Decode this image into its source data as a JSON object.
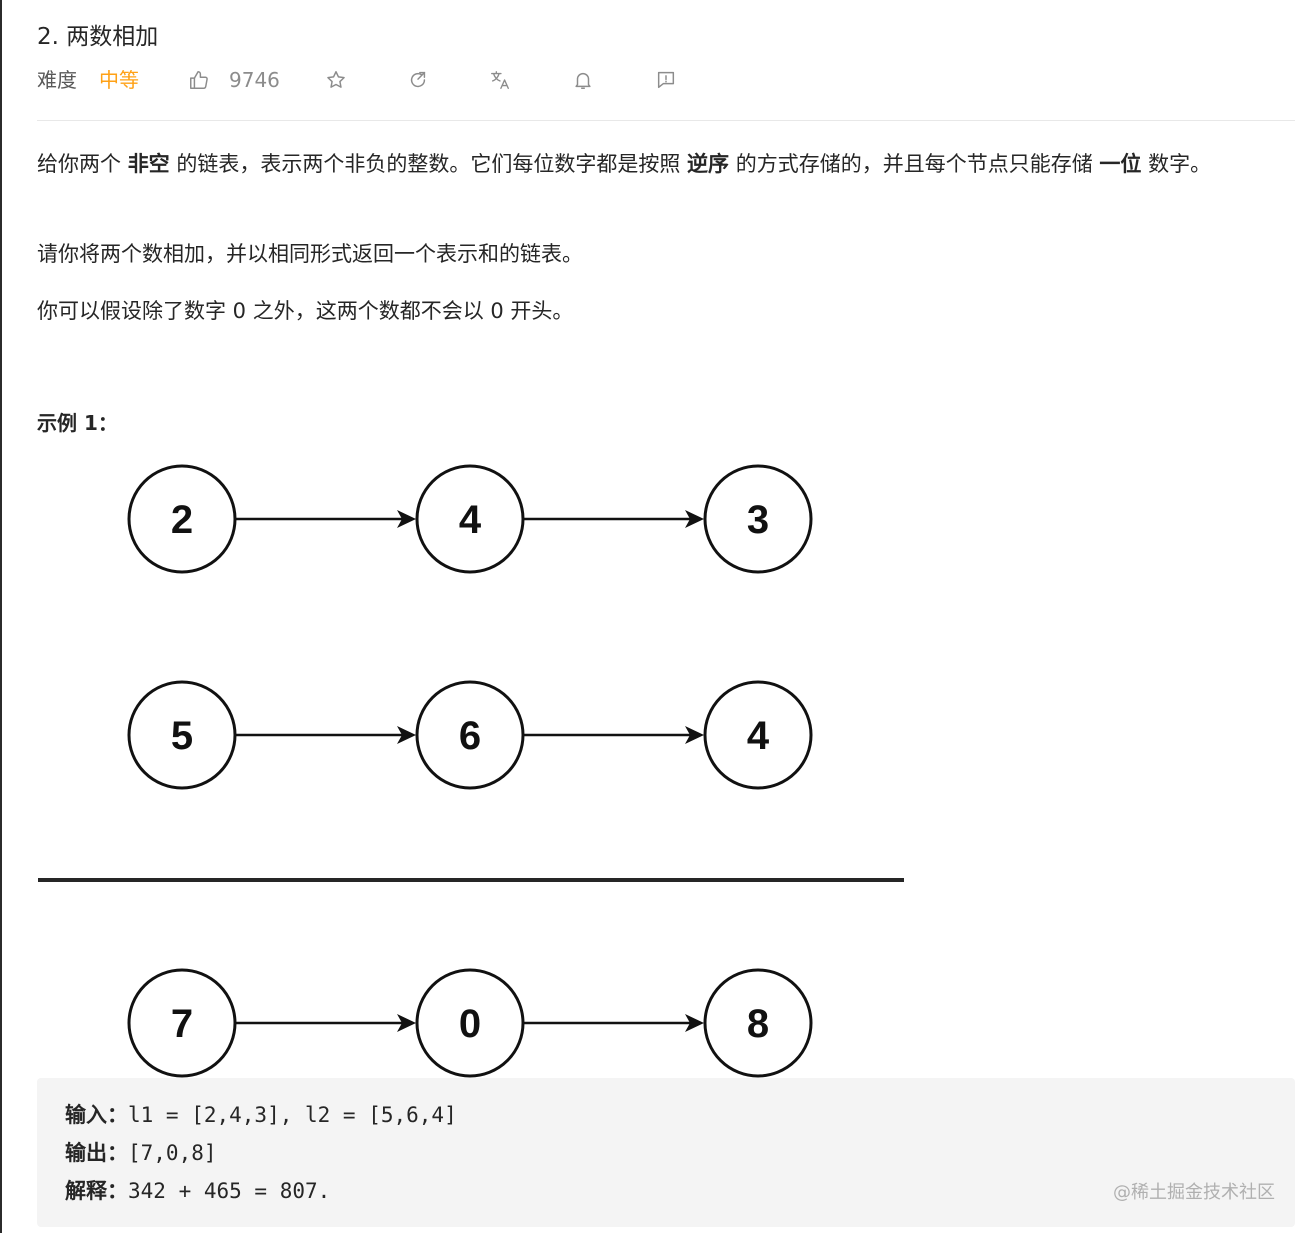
{
  "problem": {
    "title": "2. 两数相加",
    "difficulty_label": "难度",
    "difficulty_value": "中等",
    "likes": "9746"
  },
  "toolbar": {
    "icons": [
      "thumbs-up-icon",
      "star-icon",
      "share-icon",
      "translate-icon",
      "bell-icon",
      "comment-icon"
    ]
  },
  "description": {
    "p1": {
      "t1": "给你两个 ",
      "b1": "非空",
      "t2": " 的链表，表示两个非负的整数。它们每位数字都是按照 ",
      "b2": "逆序",
      "t3": " 的方式存储的，并且每个节点只能存储 ",
      "b3": "一位",
      "t4": " 数字。"
    },
    "p2": "请你将两个数相加，并以相同形式返回一个表示和的链表。",
    "p3": "你可以假设除了数字 0 之外，这两个数都不会以 0 开头。"
  },
  "example": {
    "title": "示例 1：",
    "lists": [
      [
        "2",
        "4",
        "3"
      ],
      [
        "5",
        "6",
        "4"
      ],
      [
        "7",
        "0",
        "8"
      ]
    ],
    "input_key": "输入：",
    "input_value": "l1 = [2,4,3], l2 = [5,6,4]",
    "output_key": "输出：",
    "output_value": "[7,0,8]",
    "explain_key": "解释：",
    "explain_value": "342 + 465 = 807."
  },
  "watermark": "@稀土掘金技术社区",
  "colors": {
    "difficulty_medium": "#ffa116",
    "text_primary": "#262626",
    "text_secondary": "#8c8c8c",
    "code_bg": "#f4f4f4"
  }
}
